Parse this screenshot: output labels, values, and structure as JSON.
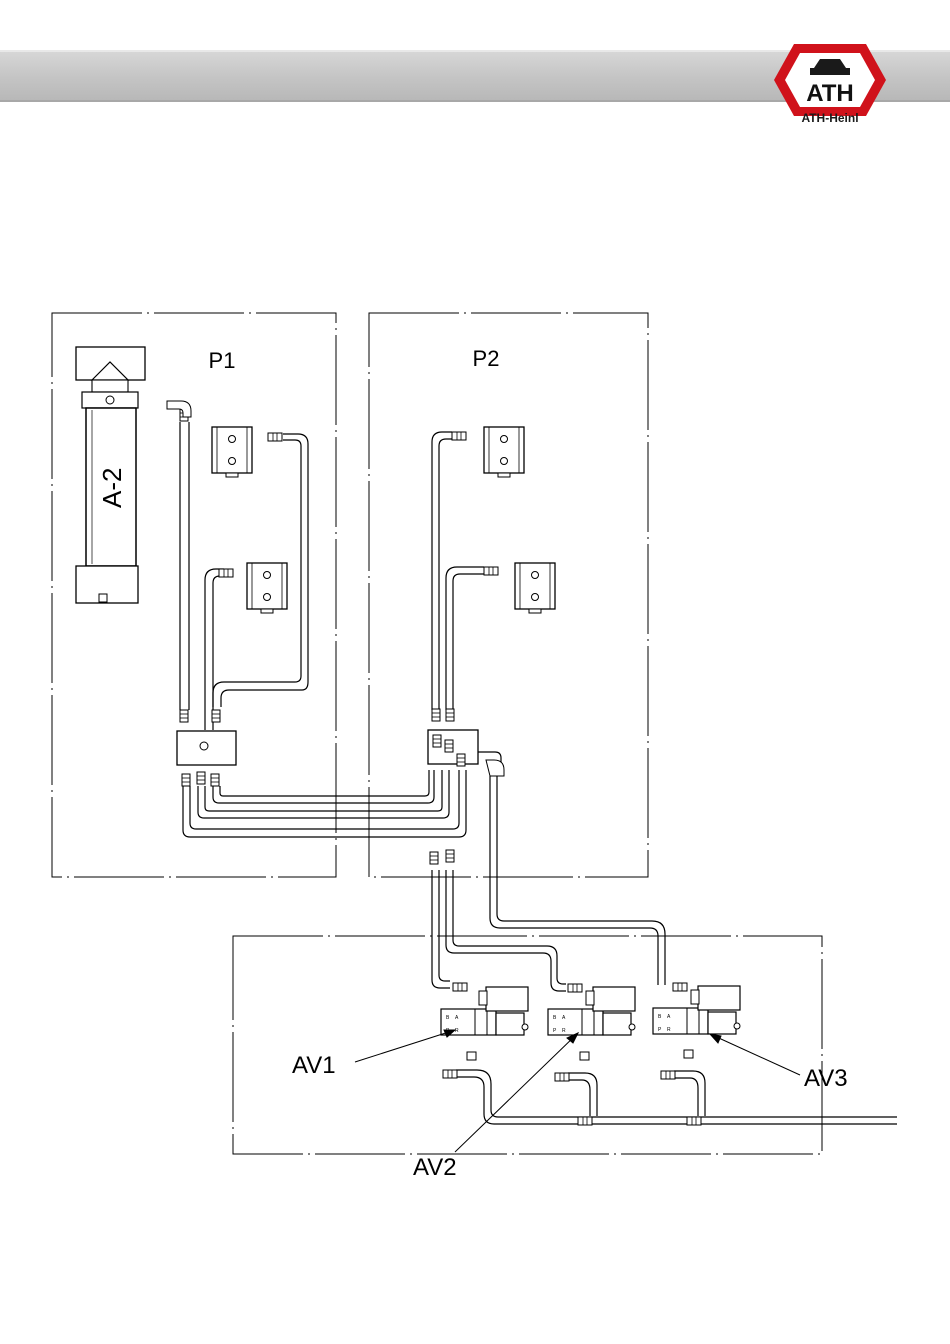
{
  "header": {
    "brand_mark": "ATH",
    "brand_caption": "ATH-Heinl"
  },
  "diagram": {
    "panels": {
      "p1": "P1",
      "p2": "P2"
    },
    "cylinder": "A-2",
    "valves": {
      "av1": "AV1",
      "av2": "AV2",
      "av3": "AV3"
    }
  }
}
